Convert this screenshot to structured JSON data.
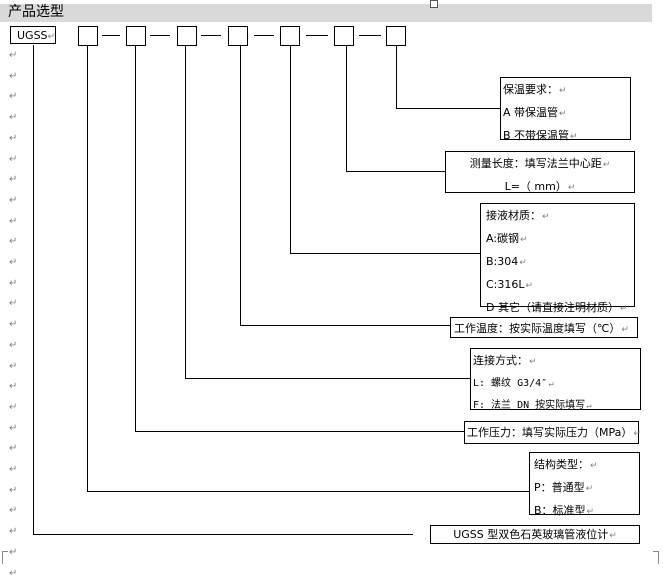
{
  "page": {
    "title": "产品选型",
    "code": "UGSS",
    "para_mark": "↵",
    "left_marks_count": 26
  },
  "annotations": {
    "insulation": {
      "heading": "保温要求：",
      "options": [
        "A 带保温管",
        "B 不带保温管"
      ]
    },
    "length": {
      "heading": "测量长度：填写法兰中心距",
      "sub": "L=（ mm）"
    },
    "material": {
      "heading": "接液材质：",
      "options": [
        "A:碳钢",
        "B:304",
        "C:316L",
        "D 其它（请直接注明材质）"
      ]
    },
    "temperature": {
      "text": "工作温度：按实际温度填写（℃）"
    },
    "connection": {
      "heading": "连接方式：",
      "options": [
        "L: 螺纹 G3/4″",
        "F: 法兰 DN 按实际填写"
      ]
    },
    "pressure": {
      "text": "工作压力：填写实际压力（MPa）"
    },
    "structure": {
      "heading": "结构类型：",
      "options": [
        "P：普通型",
        "B：标准型"
      ]
    },
    "product": {
      "text": "UGSS 型双色石英玻璃管液位计"
    }
  }
}
